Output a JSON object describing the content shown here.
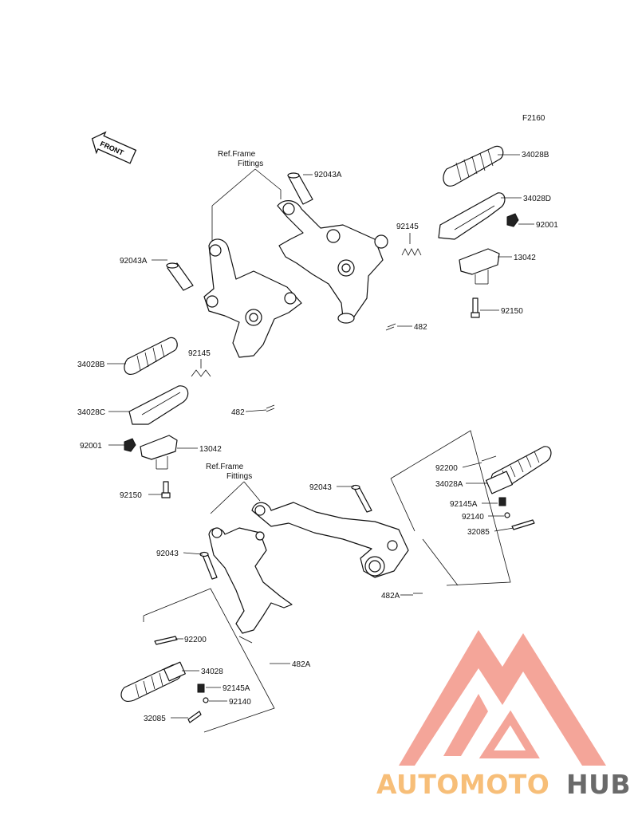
{
  "diagram": {
    "code": "F2160",
    "front_label": "FRONT",
    "ref_frame": [
      "Ref.Frame",
      "Fittings"
    ],
    "labels": {
      "p92043A_top": "92043A",
      "p34028B_right": "34028B",
      "p34028D": "34028D",
      "p92145_right": "92145",
      "p92001_right": "92001",
      "p13042_right": "13042",
      "p92150_right": "92150",
      "p482_right": "482",
      "p92043A_left": "92043A",
      "p34028B_left": "34028B",
      "p92145_left": "92145",
      "p34028C": "34028C",
      "p482_left": "482",
      "p92001_left": "92001",
      "p13042_left": "13042",
      "p92150_left": "92150",
      "p92043_right": "92043",
      "p92200_right": "92200",
      "p34028A": "34028A",
      "p92145A_right": "92145A",
      "p92140_right": "92140",
      "p32085_right": "32085",
      "p482A_right": "482A",
      "p92043_left": "92043",
      "p92200_left": "92200",
      "p34028": "34028",
      "p92145A_left": "92145A",
      "p92140_left": "92140",
      "p32085_left": "32085",
      "p482A_left": "482A"
    }
  },
  "watermark": {
    "brand_part1": "AUTOMOTO",
    "brand_part2": "HUB",
    "color_primary": "#f39c8f",
    "color_secondary": "#5a5a5a",
    "color_accent": "#f7b86a"
  }
}
